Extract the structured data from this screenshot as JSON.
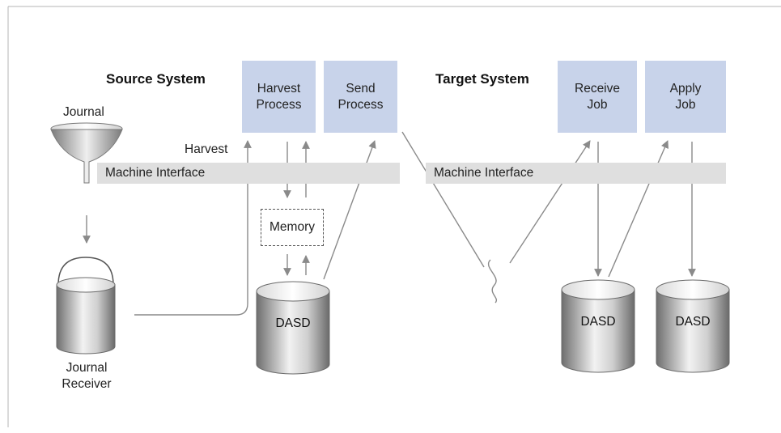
{
  "source_system": {
    "heading": "Source System",
    "harvest_process": "Harvest\nProcess",
    "send_process": "Send\nProcess",
    "journal_label": "Journal",
    "harvest_label": "Harvest",
    "machine_interface": "Machine Interface",
    "memory_label": "Memory",
    "dasd_label": "DASD",
    "journal_receiver_label": "Journal\nReceiver"
  },
  "target_system": {
    "heading": "Target System",
    "receive_job": "Receive\nJob",
    "apply_job": "Apply\nJob",
    "machine_interface": "Machine Interface",
    "dasd_receive_label": "DASD",
    "dasd_apply_label": "DASD"
  },
  "colors": {
    "process_box": "#c8d3ea",
    "interface_bar": "#dfdfdf",
    "arrow": "#8a8a8a"
  }
}
